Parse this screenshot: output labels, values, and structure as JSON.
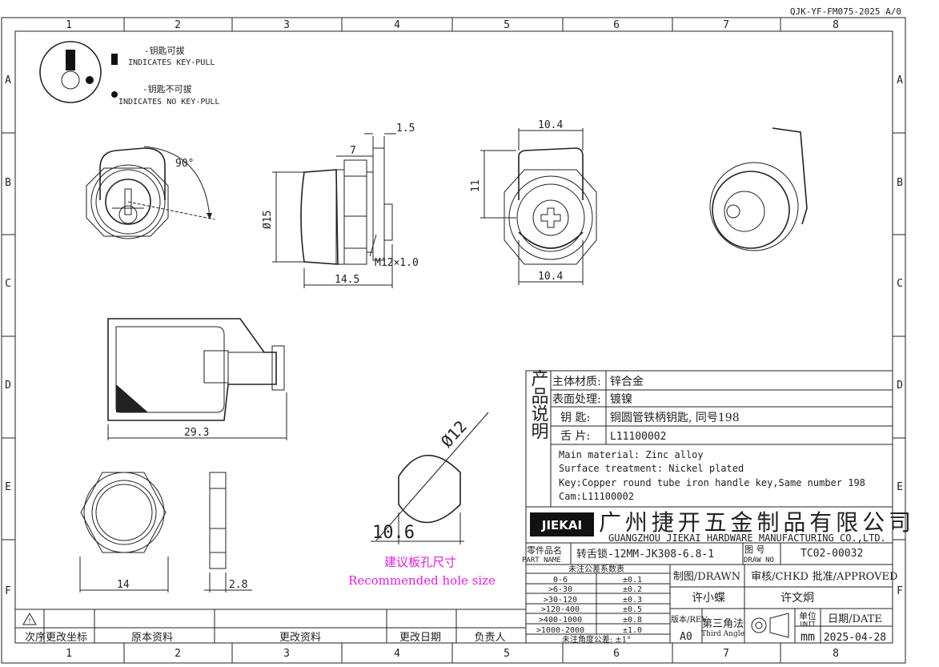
{
  "doc_code": "QJK-YF-FM075-2025 A/0",
  "columns": [
    "1",
    "2",
    "3",
    "4",
    "5",
    "6",
    "7",
    "8"
  ],
  "rows": [
    "A",
    "B",
    "C",
    "D",
    "E",
    "F"
  ],
  "legend": {
    "pull_cn": "-钥匙可拔",
    "pull_en": "INDICATES KEY-PULL",
    "nopull_cn": "-钥匙不可拔",
    "nopull_en": "INDICATES NO KEY-PULL"
  },
  "dims": {
    "angle": "90°",
    "d_1_5": "1.5",
    "d_7": "7",
    "d_15": "Ø15",
    "d_m12": "M12×1.0",
    "d_14_5": "14.5",
    "d_10_4_top": "10.4",
    "d_11": "11",
    "d_10_4_bot": "10.4",
    "d_29_3": "29.3",
    "d_12": "Ø12",
    "d_10_6": "10.6",
    "d_14": "14",
    "d_2_8": "2.8"
  },
  "hole": {
    "cn": "建议板孔尺寸",
    "en": "Recommended hole size"
  },
  "spec": {
    "side_title": "产品说明",
    "rows": [
      {
        "label": "主体材质:",
        "value": "锌合金"
      },
      {
        "label": "表面处理:",
        "value": "镀镍"
      },
      {
        "label": "钥  匙:",
        "value": "铜圆管铁柄钥匙, 同号198"
      },
      {
        "label": "舌  片:",
        "value": "L11100002"
      }
    ],
    "en_lines": [
      "Main material: Zinc alloy",
      "Surface treatment: Nickel plated",
      "Key:Copper round tube iron handle key,Same number 198",
      "Cam:L11100002"
    ]
  },
  "company": {
    "logo": "JIEKAI",
    "cn": "广州捷开五金制品有限公司",
    "en": "GUANGZHOU JIEKAI HARDWARE MANUFACTURING CO.,LTD."
  },
  "part": {
    "label_cn": "零件品名",
    "label_en": "PART NAME",
    "name": "转舌锁-12MM-JK308-6.8-1",
    "draw_cn": "图  号",
    "draw_en": "DRAW NO",
    "draw_no": "TC02-00032"
  },
  "tolerance": {
    "title": "未注公差系数表",
    "rows": [
      {
        "range": "0-6",
        "tol": "±0.1"
      },
      {
        "range": ">6-30",
        "tol": "±0.2"
      },
      {
        "range": ">30-120",
        "tol": "±0.3"
      },
      {
        "range": ">120-400",
        "tol": "±0.5"
      },
      {
        "range": ">400-1000",
        "tol": "±0.8"
      },
      {
        "range": ">1000-2000",
        "tol": "±1.0"
      }
    ],
    "angle": "未注角度公差: ±1°"
  },
  "approval": {
    "drawn": "制图/DRAWN",
    "checked": "审核/CHKD",
    "approved": "批准/APPROVED",
    "drawn_name": "许小蝶",
    "approved_name": "许文炯",
    "rev_label": "版本/REV",
    "rev": "A0",
    "angle_cn": "第三角法",
    "angle_en": "Third Angle",
    "unit_cn": "单位",
    "unit_en": "UNIT",
    "unit": "mm",
    "date_label": "日期/DATE",
    "date": "2025-04-28"
  },
  "revision_bar": {
    "c1": "次序更改坐标",
    "c2": "原本资料",
    "c3": "更改资料",
    "c4": "更改日期",
    "c5": "负责人"
  }
}
